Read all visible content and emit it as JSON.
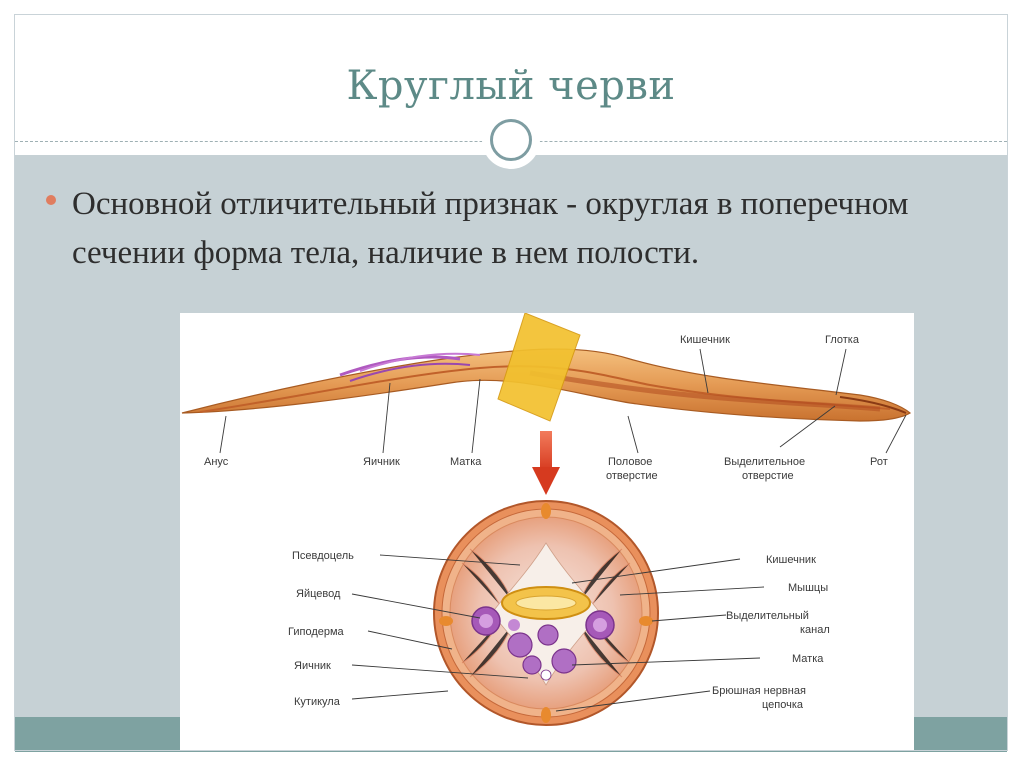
{
  "slide": {
    "title": "Круглый черви",
    "bullets": [
      "Основной отличительный признак - округлая в поперечном сечении форма тела, наличие в нем полости."
    ]
  },
  "figure": {
    "worm_labels": {
      "anus": "Анус",
      "ovary": "Яичник",
      "uterus": "Матка",
      "genital_opening_1": "Половое",
      "genital_opening_2": "отверстие",
      "excretory_opening_1": "Выделительное",
      "excretory_opening_2": "отверстие",
      "mouth": "Рот",
      "intestine": "Кишечник",
      "pharynx": "Глотка"
    },
    "section_labels_left": {
      "pseudocoel": "Псевдоцель",
      "oviduct": "Яйцевод",
      "hypodermis": "Гиподерма",
      "ovary": "Яичник",
      "cuticle": "Кутикула"
    },
    "section_labels_right": {
      "intestine": "Кишечник",
      "muscles": "Мышцы",
      "excretory_canal_1": "Выделительный",
      "excretory_canal_2": "канал",
      "uterus": "Матка",
      "nerve_cord_1": "Брюшная нервная",
      "nerve_cord_2": "цепочка"
    }
  },
  "colors": {
    "title": "#5d8a87",
    "content_bg": "#c6d1d5",
    "footer_band": "#7ea2a1",
    "bullet": "#e07d5f"
  }
}
